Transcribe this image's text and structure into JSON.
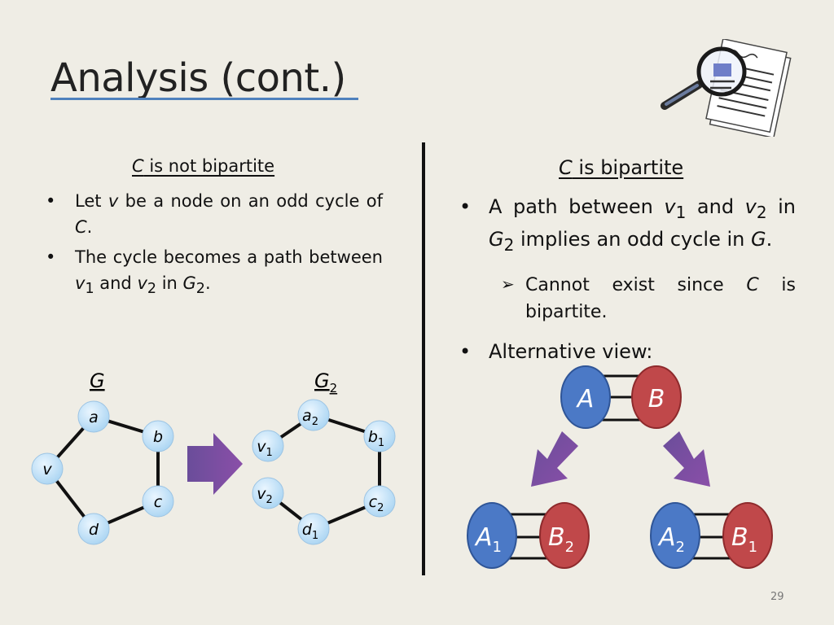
{
  "title": "Analysis (cont.)",
  "left": {
    "heading_var": "C",
    "heading_text": " is not bipartite",
    "bullet1_a": "Let ",
    "bullet1_v": "v",
    "bullet1_b": " be a node on an odd cycle of ",
    "bullet1_c": "C",
    "bullet1_end": ".",
    "bullet2_a": "The cycle becomes a path between ",
    "bullet2_v1": "v",
    "bullet2_sub1": "1",
    "bullet2_and": " and ",
    "bullet2_v2": "v",
    "bullet2_sub2": "2",
    "bullet2_in": " in ",
    "bullet2_g": "G",
    "bullet2_gsub": "2",
    "bullet2_end": "."
  },
  "right": {
    "heading_var": "C",
    "heading_text": " is bipartite",
    "bullet1_a": "A path between ",
    "bullet1_v1": "v",
    "bullet1_sub1": "1",
    "bullet1_and": " and ",
    "bullet1_v2": "v",
    "bullet1_sub2": "2",
    "bullet1_in": " in ",
    "bullet1_g2": "G",
    "bullet1_g2sub": "2",
    "bullet1_implies": " implies an odd cycle in ",
    "bullet1_g": "G",
    "bullet1_end": ".",
    "sub1_a": "Cannot exist since ",
    "sub1_c": "C",
    "sub1_b": " is bipartite.",
    "bullet2": "Alternative view:"
  },
  "graph_g": {
    "label": "G",
    "nodes": {
      "a": "a",
      "b": "b",
      "v": "v",
      "c": "c",
      "d": "d"
    }
  },
  "graph_g2": {
    "label": "G",
    "label_sub": "2",
    "nodes": {
      "a2": "a",
      "a2_sub": "2",
      "b1": "b",
      "b1_sub": "1",
      "v1": "v",
      "v1_sub": "1",
      "v2": "v",
      "v2_sub": "2",
      "c2": "c",
      "c2_sub": "2",
      "d1": "d",
      "d1_sub": "1"
    }
  },
  "bipartite_view": {
    "top_a": "A",
    "top_b": "B",
    "bl_a": "A",
    "bl_a_sub": "1",
    "bl_b": "B",
    "bl_b_sub": "2",
    "br_a": "A",
    "br_a_sub": "2",
    "br_b": "B",
    "br_b_sub": "1"
  },
  "page_number": "29",
  "colors": {
    "node_blue": "#4b79c6",
    "node_red": "#c0484a",
    "arrow_purple": "#7a4a9e",
    "light_node": "#c9e4f7",
    "title_underline": "#4f81bd"
  }
}
